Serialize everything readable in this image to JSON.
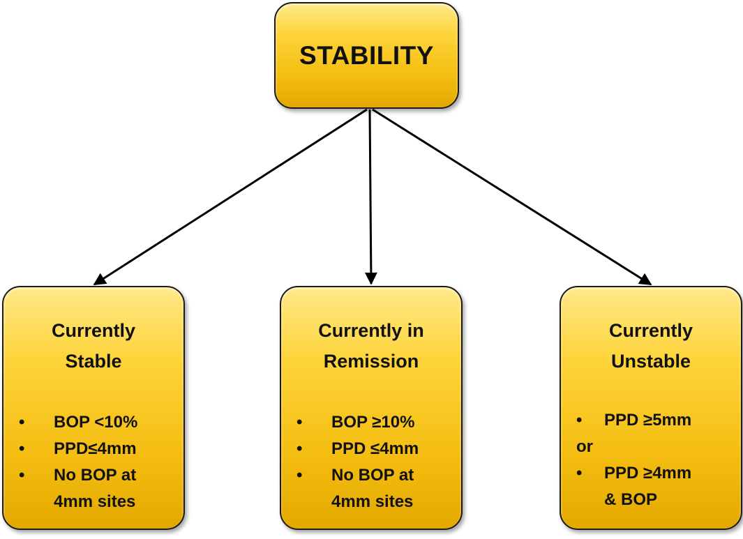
{
  "root": {
    "title": "STABILITY"
  },
  "children": [
    {
      "title_lines": [
        "Currently",
        "Stable"
      ],
      "criteria": [
        {
          "bullet": "•",
          "text": "BOP <10%"
        },
        {
          "bullet": "•",
          "text": "PPD≤4mm"
        },
        {
          "bullet": "•",
          "text": "No BOP at"
        },
        {
          "bullet": "",
          "text": "4mm sites"
        }
      ]
    },
    {
      "title_lines": [
        "Currently in",
        "Remission"
      ],
      "criteria": [
        {
          "bullet": "•",
          "text": "BOP ≥10%"
        },
        {
          "bullet": "•",
          "text": "PPD ≤4mm"
        },
        {
          "bullet": "•",
          "text": "No BOP at"
        },
        {
          "bullet": "",
          "text": "4mm sites"
        }
      ]
    },
    {
      "title_lines": [
        "Currently",
        "Unstable"
      ],
      "criteria": [
        {
          "bullet": "•",
          "text": "PPD ≥5mm"
        },
        {
          "bullet": "",
          "text": "or",
          "plain": true
        },
        {
          "bullet": "•",
          "text": "PPD ≥4mm"
        },
        {
          "bullet": "",
          "text": "& BOP"
        }
      ]
    }
  ],
  "colors": {
    "box_fill_top": "#ffe98a",
    "box_fill_bottom": "#e3a800",
    "box_border": "#1a1a1a",
    "arrow": "#000000"
  }
}
